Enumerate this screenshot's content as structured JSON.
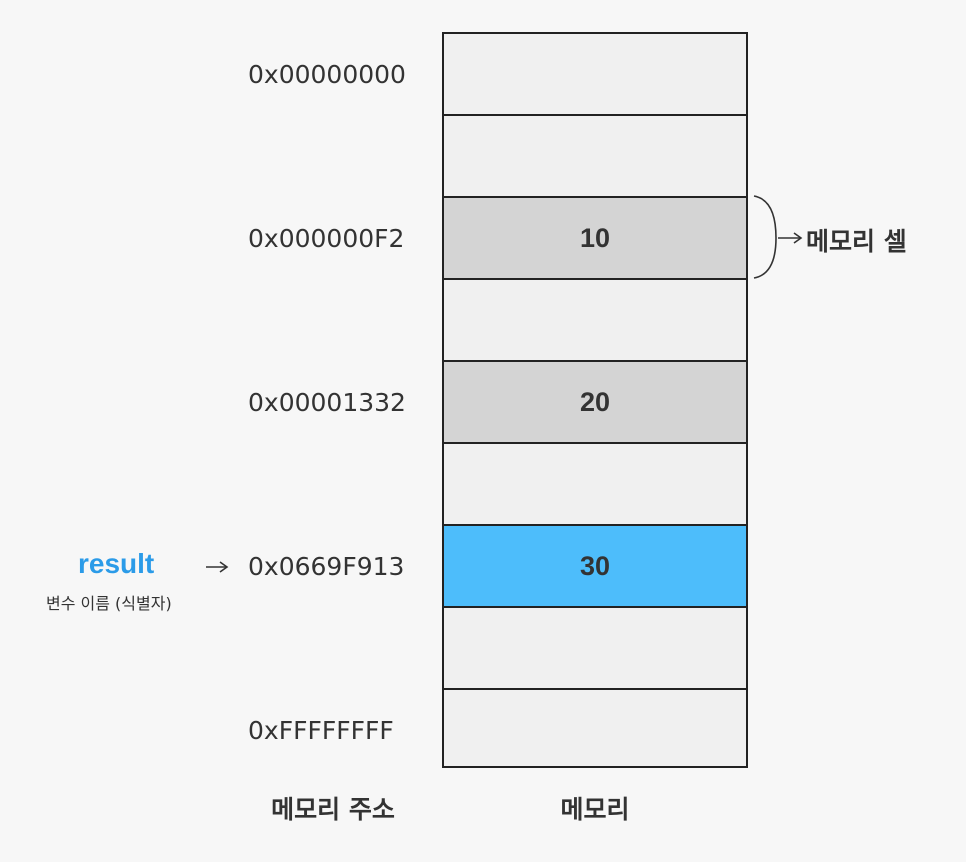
{
  "addresses": [
    "0x00000000",
    "0x000000F2",
    "0x00001332",
    "0x0669F913",
    "0xFFFFFFFF"
  ],
  "cells": {
    "value_10": "10",
    "value_20": "20",
    "value_30": "30"
  },
  "labels": {
    "memory_address": "메모리 주소",
    "memory": "메모리",
    "memory_cell": "메모리 셀",
    "variable": "result",
    "variable_caption": "변수 이름 (식별자)"
  },
  "colors": {
    "highlight_blue": "#4dbdfb",
    "variable_blue": "#2b9be8",
    "occupied_gray": "#d4d4d4",
    "empty_cell": "#f0f0f0"
  }
}
